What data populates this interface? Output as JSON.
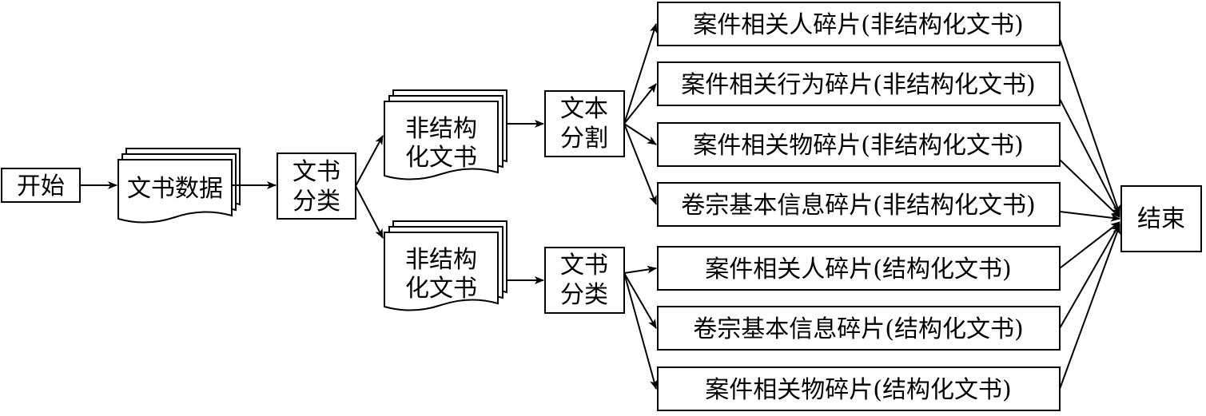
{
  "nodes": {
    "start": "开始",
    "data": "文书数据",
    "classify": [
      "文书",
      "分类"
    ],
    "unstructured_top": [
      "非结构",
      "化文书"
    ],
    "unstructured_bottom": [
      "非结构",
      "化文书"
    ],
    "segment": [
      "文本",
      "分割"
    ],
    "classify2": [
      "文书",
      "分类"
    ],
    "end": "结束",
    "fragments_top": [
      "案件相关人碎片(非结构化文书)",
      "案件相关行为碎片(非结构化文书)",
      "案件相关物碎片(非结构化文书)",
      "卷宗基本信息碎片(非结构化文书)"
    ],
    "fragments_bottom": [
      "案件相关人碎片(结构化文书)",
      "卷宗基本信息碎片(结构化文书)",
      "案件相关物碎片(结构化文书)"
    ]
  }
}
